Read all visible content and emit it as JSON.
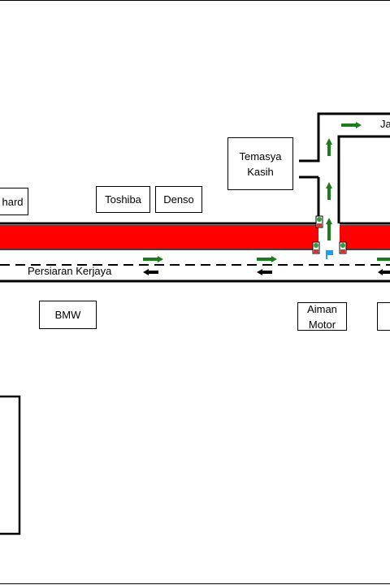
{
  "road": {
    "name": "Persiaran Kerjaya",
    "side_road_label": "Ja"
  },
  "places": {
    "hard": "hard",
    "toshiba": "Toshiba",
    "denso": "Denso",
    "temasya": "Temasya\nKasih",
    "bmw": "BMW",
    "aiman": "Aiman\nMotor"
  },
  "colors": {
    "congestion_red": "#ff0000",
    "arrow_green": "#1a7f1a",
    "arrow_black": "#000000",
    "light_green": "#2e9e3e",
    "light_red": "#e03030",
    "marker_blue": "#1ea0e6"
  }
}
